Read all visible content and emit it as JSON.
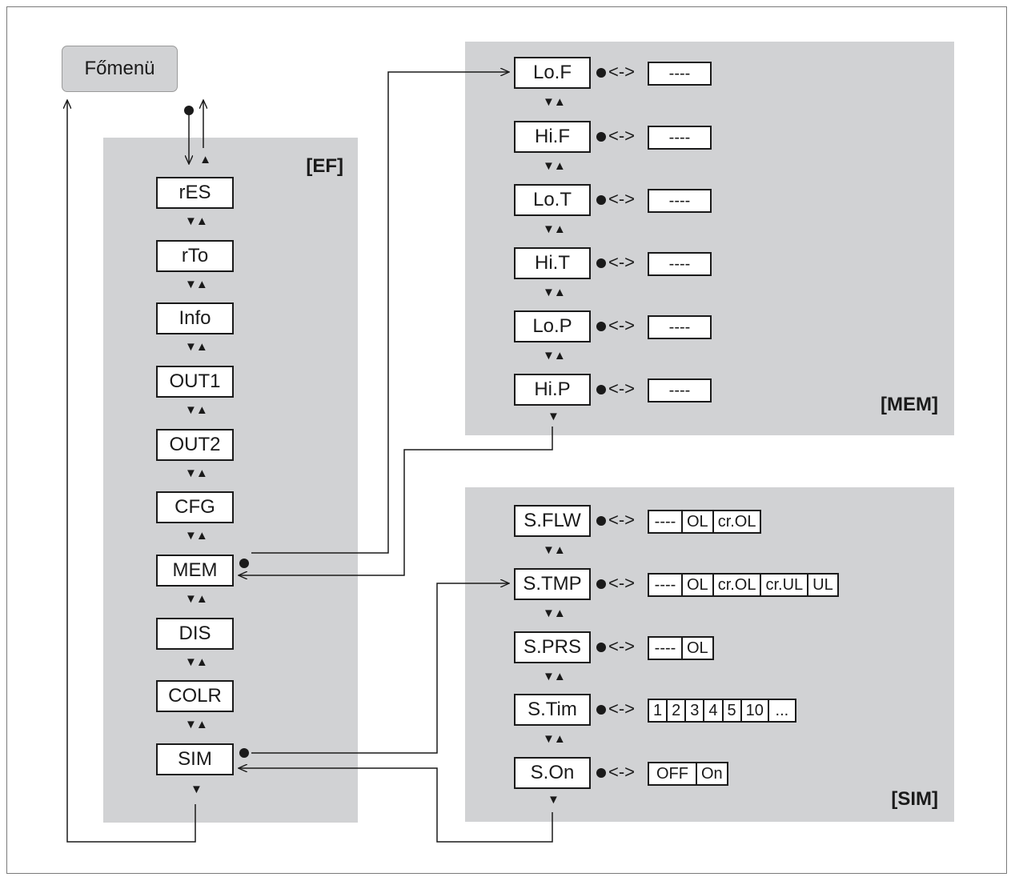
{
  "main_menu": {
    "label": "Főmenü"
  },
  "ef_panel": {
    "label": "[EF]",
    "items": [
      "rES",
      "rTo",
      "Info",
      "OUT1",
      "OUT2",
      "CFG",
      "MEM",
      "DIS",
      "COLR",
      "SIM"
    ]
  },
  "mem_panel": {
    "label": "[MEM]",
    "items": [
      {
        "name": "Lo.F",
        "values": [
          "----"
        ]
      },
      {
        "name": "Hi.F",
        "values": [
          "----"
        ]
      },
      {
        "name": "Lo.T",
        "values": [
          "----"
        ]
      },
      {
        "name": "Hi.T",
        "values": [
          "----"
        ]
      },
      {
        "name": "Lo.P",
        "values": [
          "----"
        ]
      },
      {
        "name": "Hi.P",
        "values": [
          "----"
        ]
      }
    ]
  },
  "sim_panel": {
    "label": "[SIM]",
    "items": [
      {
        "name": "S.FLW",
        "values": [
          "----",
          "OL",
          "cr.OL"
        ]
      },
      {
        "name": "S.TMP",
        "values": [
          "----",
          "OL",
          "cr.OL",
          "cr.UL",
          "UL"
        ]
      },
      {
        "name": "S.PRS",
        "values": [
          "----",
          "OL"
        ]
      },
      {
        "name": "S.Tim",
        "values": [
          "1",
          "2",
          "3",
          "4",
          "5",
          "10",
          "..."
        ]
      },
      {
        "name": "S.On",
        "values": [
          "OFF",
          "On"
        ]
      }
    ]
  },
  "symbols": {
    "nav": "▼▲",
    "link": "<->",
    "down": "▼"
  }
}
